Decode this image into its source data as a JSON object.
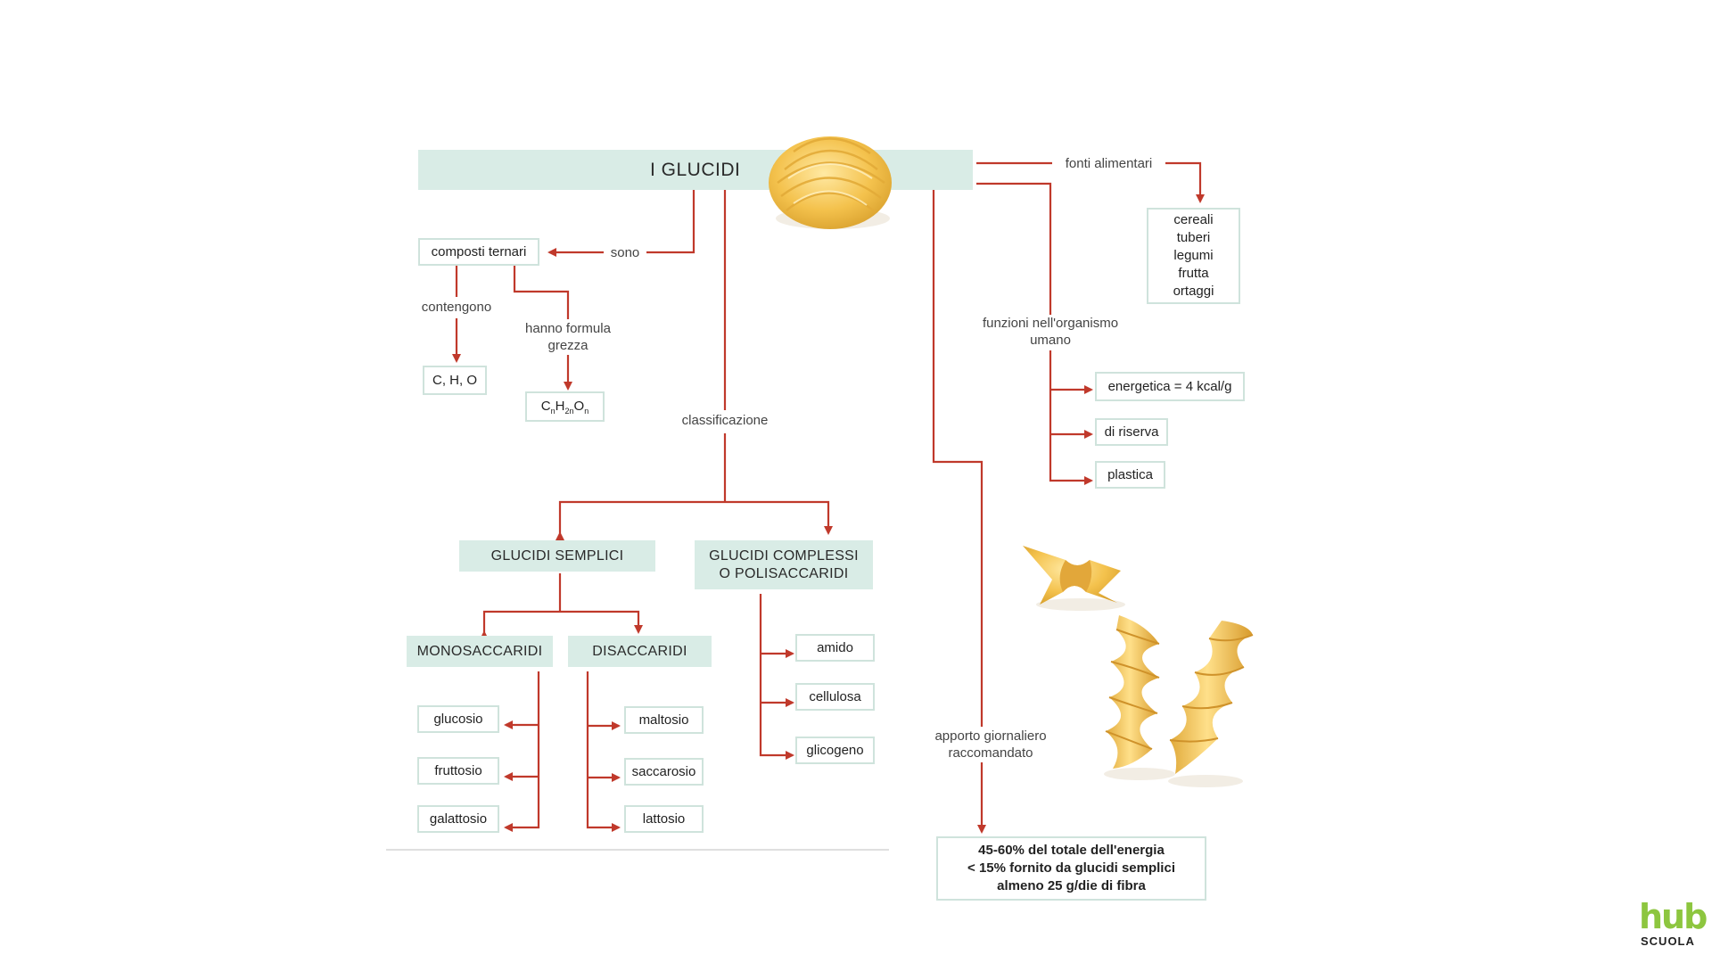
{
  "title": "I GLUCIDI",
  "labels": {
    "sono": "sono",
    "contengono": "contengono",
    "hanno_formula": "hanno formula\ngrezza",
    "classificazione": "classificazione",
    "fonti": "fonti alimentari",
    "funzioni": "funzioni nell'organismo\numano",
    "apporto": "apporto giornaliero\nraccomandato"
  },
  "boxes": {
    "composti_ternari": "composti ternari",
    "chO": "C, H, O",
    "formula": {
      "c": "C",
      "n1": "n",
      "h": "H",
      "n2": "2n",
      "o": "O",
      "n3": "n"
    },
    "fonti": "cereali\ntuberi\nlegumi\nfrutta\nortaggi",
    "energetica": "energetica = 4 kcal/g",
    "riserva": "di riserva",
    "plastica": "plastica",
    "apporto": "45-60% del totale dell'energia\n< 15% fornito da glucidi semplici\nalmeno 25 g/die di fibra"
  },
  "categories": {
    "semplici": "GLUCIDI SEMPLICI",
    "complessi": "GLUCIDI COMPLESSI\nO POLISACCARIDI",
    "mono": "MONOSACCARIDI",
    "di": "DISACCARIDI"
  },
  "mono_items": [
    "glucosio",
    "fruttosio",
    "galattosio"
  ],
  "di_items": [
    "maltosio",
    "saccarosio",
    "lattosio"
  ],
  "poly_items": [
    "amido",
    "cellulosa",
    "glicogeno"
  ],
  "logo": {
    "word": "hub",
    "sub": "SCUOLA"
  },
  "colors": {
    "arrow": "#c0392b",
    "category_fill": "#d9ece6",
    "box_border": "#cfe3dc",
    "logo_green": "#8dc63f"
  }
}
